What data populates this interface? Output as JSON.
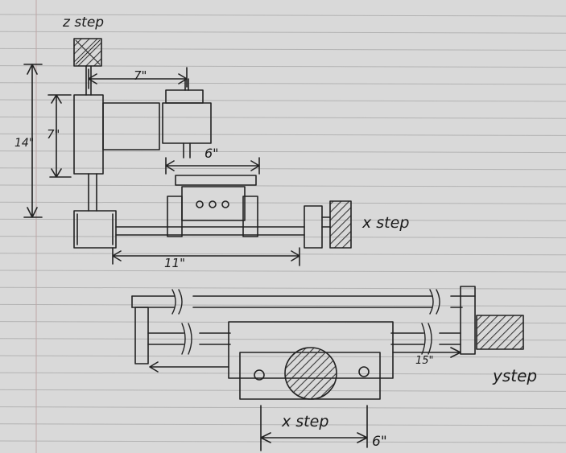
{
  "colors": {
    "paper": "#d9d9d9",
    "rule_line": "#b3b3b3",
    "margin_line": "#c0a6a6",
    "ink": "#222222",
    "hatch": "#3b3b3b"
  },
  "labels": {
    "z_step": "z step",
    "x_step_top": "x step",
    "y_step": "ystep",
    "x_step_bottom": "x step"
  },
  "dimensions": {
    "height_14": "14\"",
    "height_7": "7\"",
    "width_7": "7\"",
    "width_6_top": "6\"",
    "width_11": "11\"",
    "width_15": "15\"",
    "width_6_bottom": "6\""
  }
}
